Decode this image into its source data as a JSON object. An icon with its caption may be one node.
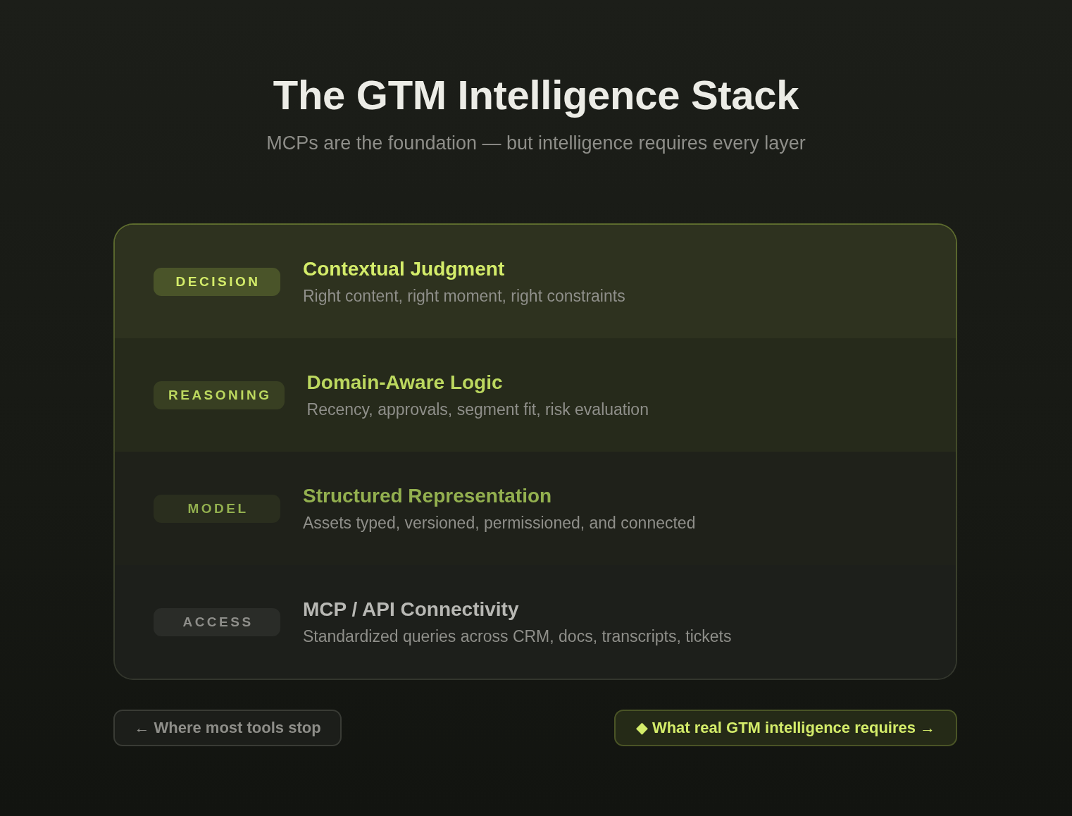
{
  "diagram": {
    "title": "The GTM Intelligence Stack",
    "nodes": [
      {
        "text": [],
        "shape": "box"
      },
      {
        "text": [
          "Contextual Judgment",
          "Right content, right moment, right constraints"
        ],
        "in": 0
      },
      {
        "text": [
          "DECISION"
        ],
        "in": 1
      },
      {
        "text": [
          "Domain-Aware Logic",
          "Recency, approvals, segment fit, risk evaluation"
        ],
        "in": 0
      },
      {
        "text": [
          "REASONING"
        ],
        "in": 3
      },
      {
        "text": [
          "Structured Representation",
          "Assets typed, versioned, permissioned, and connected"
        ],
        "in": 0
      },
      {
        "text": [
          "MODEL"
        ],
        "in": 5
      },
      {
        "text": [
          "MCP / API Connectivity",
          "Standardized queries across CRM, docs, transcripts, tickets"
        ],
        "in": 0
      },
      {
        "text": [
          "ACCESS"
        ],
        "in": 7
      },
      {
        "text": [
          "← Where most tools stop"
        ]
      },
      {
        "text": [
          "◆ What real GTM intelligence requires →"
        ]
      }
    ],
    "labels": [
      "MCPs are the foundation — but intelligence requires every layer"
    ]
  }
}
